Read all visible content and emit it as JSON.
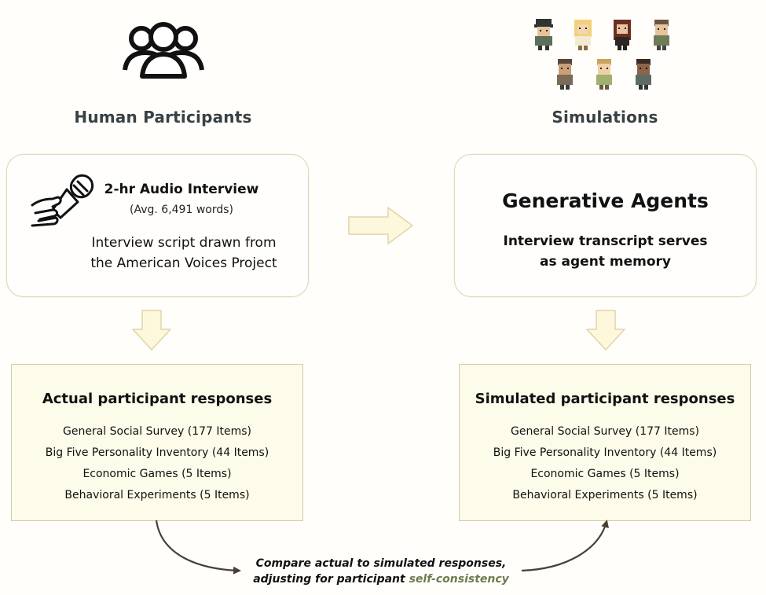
{
  "left": {
    "heading": "Human Participants",
    "interview_title": "2-hr Audio Interview",
    "interview_subtitle": "(Avg. 6,491 words)",
    "interview_desc_1": "Interview script drawn from",
    "interview_desc_2": "the American Voices Project",
    "responses_title": "Actual participant responses",
    "responses_items": [
      "General Social Survey (177 Items)",
      "Big Five Personality Inventory (44 Items)",
      "Economic Games (5 Items)",
      "Behavioral Experiments (5 Items)"
    ]
  },
  "right": {
    "heading": "Simulations",
    "agents_title": "Generative Agents",
    "agents_desc_1": "Interview transcript serves",
    "agents_desc_2": "as agent memory",
    "responses_title": "Simulated participant responses",
    "responses_items": [
      "General Social Survey (177 Items)",
      "Big Five Personality Inventory (44 Items)",
      "Economic Games (5 Items)",
      "Behavioral Experiments (5 Items)"
    ]
  },
  "compare": {
    "line_1": "Compare actual to simulated responses,",
    "line_2_prefix": "adjusting for participant ",
    "line_2_highlight": "self-consistency"
  },
  "colors": {
    "arrow_fill": "#fdf8dc",
    "arrow_stroke": "#e3d3a8",
    "box_fill": "#fdfbe9",
    "curve": "#4a3f33",
    "highlight": "#6f7a4f",
    "heading": "#3a4143"
  },
  "icons": [
    "people-group-icon",
    "microphone-hand-icon",
    "agent-sprites"
  ]
}
